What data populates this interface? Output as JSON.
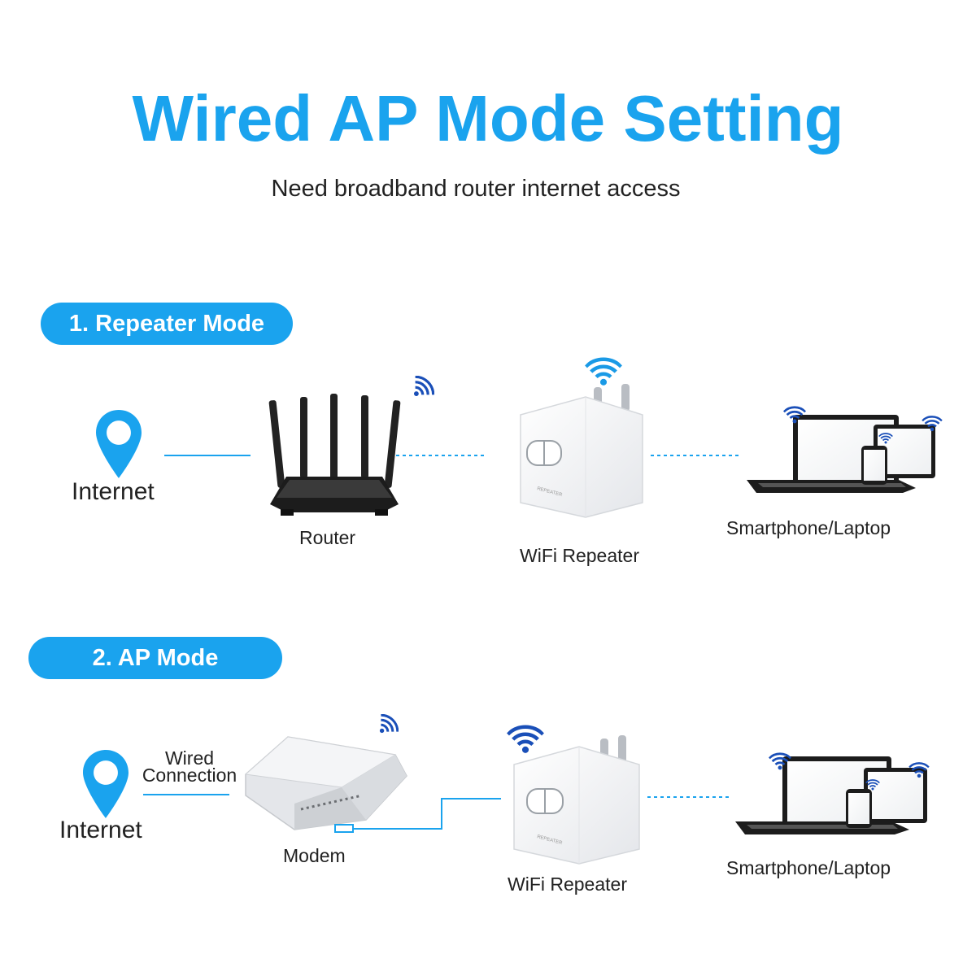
{
  "title": "Wired AP Mode Setting",
  "subtitle": "Need broadband router internet access",
  "section1": {
    "heading": "1. Repeater Mode",
    "internet": "Internet",
    "router": "Router",
    "repeater": "WiFi Repeater",
    "clients": "Smartphone/Laptop"
  },
  "section2": {
    "heading": "2. AP Mode",
    "internet": "Internet",
    "wired_line1": "Wired",
    "wired_line2": "Connection",
    "modem": "Modem",
    "repeater": "WiFi Repeater",
    "clients": "Smartphone/Laptop"
  },
  "colors": {
    "accent": "#1aa3ee",
    "pin": "#1aa3ee",
    "wifi_dark": "#1a4fb8"
  }
}
